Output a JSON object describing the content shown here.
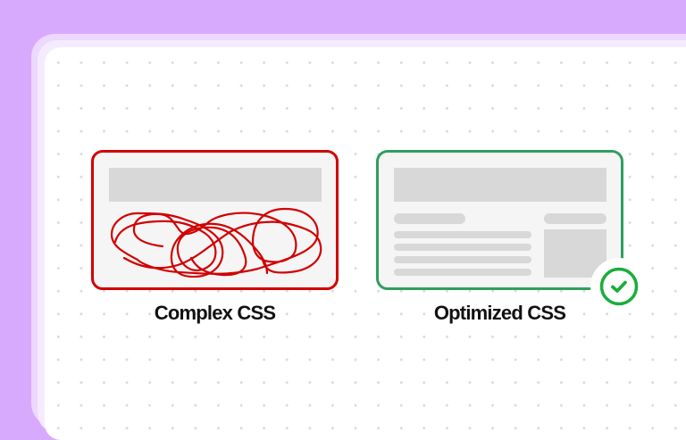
{
  "illustration": {
    "background_color": "#D8AAFE",
    "cards": [
      {
        "id": "complex",
        "label": "Complex CSS",
        "border_color": "#D10000",
        "content": "tangled-scribble",
        "placeholder_bars": [
          "header"
        ]
      },
      {
        "id": "optimized",
        "label": "Optimized CSS",
        "border_color": "#2F9E5E",
        "content": "clean-layout",
        "placeholder_bars": [
          "header",
          "left-title",
          "line-1",
          "line-2",
          "line-3",
          "line-4",
          "right-title",
          "right-image"
        ],
        "badge": {
          "icon": "checkmark-circle-icon",
          "color": "#1AAE3A"
        }
      }
    ]
  }
}
